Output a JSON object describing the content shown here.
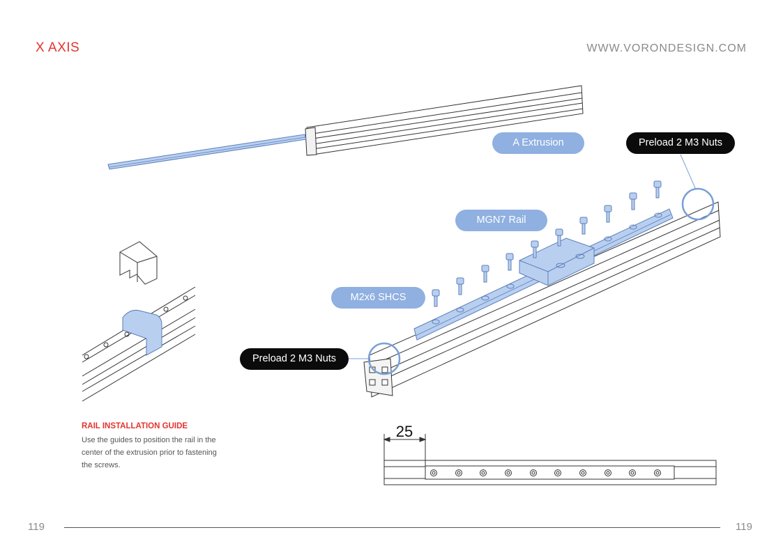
{
  "header": {
    "section_title": "X AXIS",
    "website": "WWW.VORONDESIGN.COM"
  },
  "callouts": {
    "extrusion": "A Extrusion",
    "preload_top": "Preload 2 M3 Nuts",
    "rail": "MGN7 Rail",
    "screws": "M2x6 SHCS",
    "preload_bottom": "Preload 2 M3 Nuts"
  },
  "guide": {
    "title": "RAIL INSTALLATION GUIDE",
    "text": "Use the guides to position the rail in the center of the extrusion prior to fastening the screws."
  },
  "dimension": {
    "value": "25"
  },
  "footer": {
    "page_left": "119",
    "page_right": "119"
  },
  "colors": {
    "accent": "#e3342f",
    "part_highlight": "#b9cff0",
    "callout_blue": "#8fb0e0",
    "callout_dark": "#0b0b0b"
  }
}
